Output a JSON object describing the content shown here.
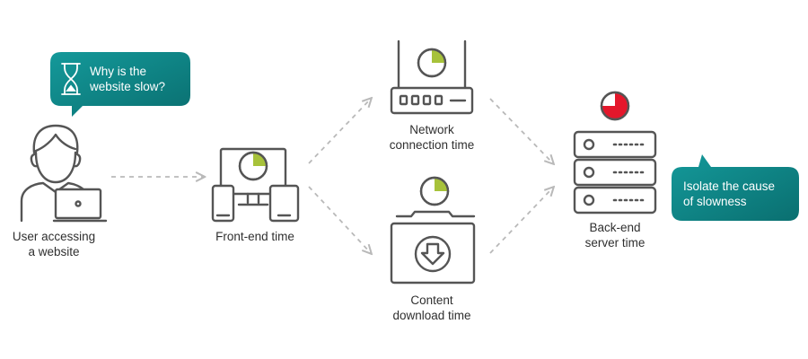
{
  "question_bubble": {
    "line1": "Why is the",
    "line2": "website slow?",
    "icon": "hourglass-icon"
  },
  "isolate_bubble": {
    "line1": "Isolate the cause",
    "line2": "of slowness"
  },
  "nodes": {
    "user": {
      "line1": "User accessing",
      "line2": "a website",
      "icon": "user-laptop-icon"
    },
    "frontend": {
      "line1": "Front-end time",
      "icon": "devices-icon"
    },
    "network": {
      "line1": "Network",
      "line2": "connection time",
      "icon": "router-icon"
    },
    "content": {
      "line1": "Content",
      "line2": "download time",
      "icon": "download-folder-icon"
    },
    "backend": {
      "line1": "Back-end",
      "line2": "server time",
      "icon": "server-icon"
    }
  },
  "colors": {
    "teal": "#0e8a8a",
    "teal_dark": "#0a6f70",
    "icon_stroke": "#555555",
    "timer_fill_green": "#a7c23a",
    "timer_fill_red": "#e4172b",
    "arrow": "#b9b9b9"
  }
}
